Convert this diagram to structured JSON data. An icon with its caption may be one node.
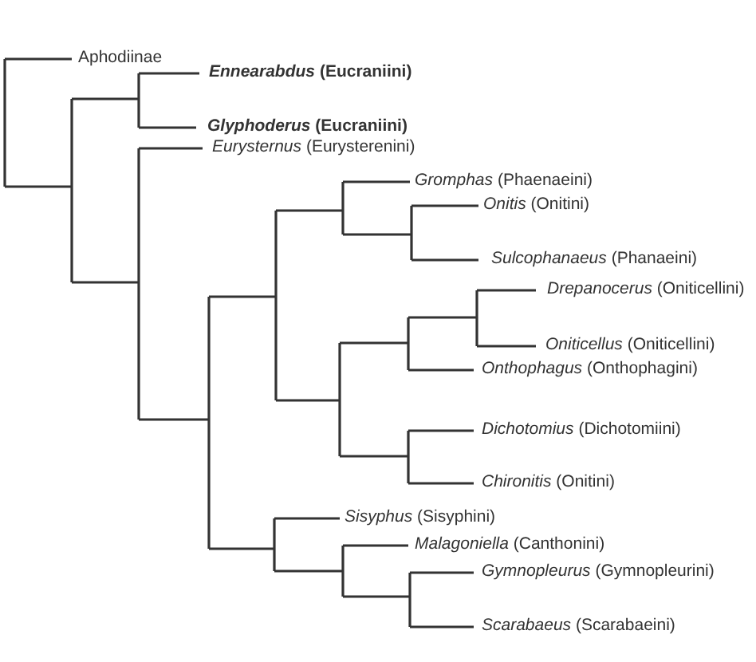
{
  "diagram": {
    "labels": [
      "Aphodiinae",
      "*Ennearabdus* (Eucraniini)",
      "*Glyphoderus* (Eucraniini)",
      "*Eurysternus* (Eurysterenini)",
      "*Gromphas* (Phaenaeini)",
      "*Onitis* (Onitini)",
      "*Sulcophanaeus* (Phanaeini)",
      "*Drepanocerus* (Oniticellini)",
      "*Oniticellus* (Oniticellini)",
      "*Onthophagus* (Onthophagini)",
      "*Dichotomius* (Dichotomiini)",
      "*Chironitis* (Onitini)",
      "*Sisyphus* (Sisyphini)",
      "*Malagoniella* (Canthonini)",
      "*Gymnopleurus* (Gymnopleurini)",
      "*Scarabaeus* (Scarabaeini)"
    ]
  }
}
